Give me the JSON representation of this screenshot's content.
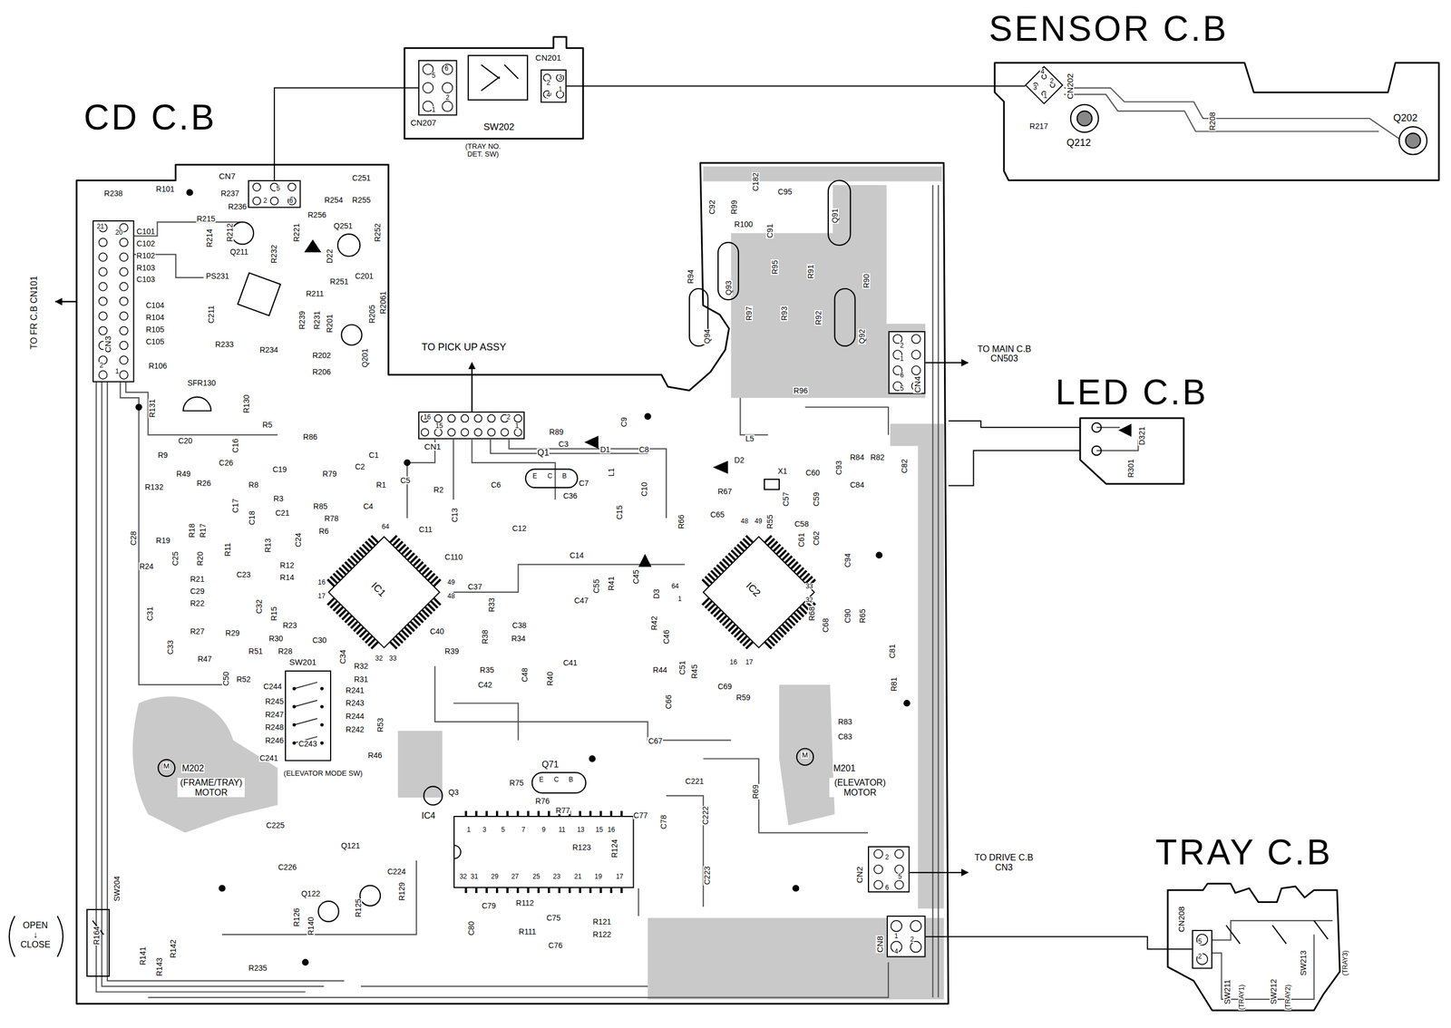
{
  "diagram": {
    "nodes": [
      {
        "text": [
          "CD C.B"
        ]
      },
      {
        "text": [
          "SW202",
          "(TRAY NO. DET. SW)"
        ]
      },
      {
        "text": [
          "SENSOR C.B"
        ]
      },
      {
        "text": [
          "LED C.B"
        ]
      },
      {
        "text": [
          "TRAY C.B"
        ]
      },
      {
        "text": [
          "CN7"
        ],
        "in": 0
      },
      {
        "text": [
          "CN3"
        ],
        "in": 0
      },
      {
        "text": [
          "CN1"
        ],
        "in": 0
      },
      {
        "text": [
          "CN4"
        ],
        "in": 0
      },
      {
        "text": [
          "CN2"
        ],
        "in": 0
      },
      {
        "text": [
          "CN8"
        ],
        "in": 0
      },
      {
        "text": [
          "IC1"
        ],
        "in": 0
      },
      {
        "text": [
          "IC2"
        ],
        "in": 0
      },
      {
        "text": [
          "IC4"
        ],
        "in": 0
      },
      {
        "text": [
          "SW201",
          "(ELEVATOR MODE SW)"
        ],
        "in": 0
      },
      {
        "text": [
          "CN207"
        ],
        "in": 1
      },
      {
        "text": [
          "CN201"
        ],
        "in": 1
      },
      {
        "text": [
          "CN202"
        ],
        "in": 2
      },
      {
        "text": [
          "CN208"
        ],
        "in": 4
      }
    ],
    "edges": [
      {
        "from": 5,
        "to": 15,
        "arrow": "none"
      },
      {
        "from": 16,
        "to": 17,
        "arrow": "none"
      },
      {
        "from": 0,
        "to": 3,
        "arrow": "none"
      },
      {
        "from": 10,
        "to": 18,
        "arrow": "none"
      }
    ],
    "labels": [
      "TO FR C.B CN101",
      "R238",
      "R101",
      "R237",
      "R236",
      "R215",
      "C101",
      "C102",
      "R102",
      "R103",
      "C103",
      "C104",
      "R104",
      "R105",
      "C105",
      "R106",
      "R233",
      "R234",
      "R214",
      "R212",
      "Q211",
      "PS231",
      "C211",
      "R232",
      "R221",
      "D22",
      "Q251",
      "R254",
      "R255",
      "R256",
      "R252",
      "C251",
      "C201",
      "R251",
      "R211",
      "R2061",
      "R239",
      "R231",
      "R201",
      "R205",
      "Q201",
      "R202",
      "R206",
      "21",
      "20",
      "2",
      "1",
      "R131",
      "SFR130",
      "R130",
      "2",
      "6",
      "TO PICK UP ASSY",
      "R217",
      "Q212",
      "R208",
      "Q202",
      "16",
      "15",
      "2",
      "1",
      "R5",
      "C20",
      "R9",
      "C16",
      "R86",
      "C19",
      "R49",
      "R132",
      "C26",
      "R26",
      "R8",
      "R79",
      "C2",
      "C1",
      "R1",
      "C5",
      "R2",
      "C4",
      "R85",
      "R78",
      "R6",
      "C28",
      "C17",
      "C18",
      "R3",
      "C21",
      "C24",
      "R19",
      "R18",
      "R17",
      "C25",
      "R20",
      "R24",
      "R11",
      "R13",
      "R12",
      "R14",
      "R21",
      "C29",
      "R22",
      "C23",
      "C31",
      "R15",
      "C32",
      "C33",
      "R27",
      "R29",
      "R23",
      "R30",
      "R28",
      "C30",
      "R47",
      "R51",
      "C50",
      "R52",
      "C34",
      "R32",
      "R31",
      "C6",
      "Q1",
      "E",
      "C",
      "B",
      "R89",
      "C3",
      "D1",
      "C9",
      "C8",
      "C36",
      "C7",
      "L1",
      "C10",
      "C11",
      "C13",
      "C12",
      "C15",
      "C14",
      "C110",
      "L5",
      "D2",
      "R67",
      "C65",
      "R66",
      "X1",
      "R55",
      "C57",
      "C58",
      "C60",
      "C93",
      "C59",
      "R84",
      "R82",
      "C84",
      "C82",
      "C62",
      "C61",
      "C94",
      "C90",
      "R65",
      "R68",
      "C68",
      "C81",
      "R81",
      "R83",
      "C83",
      "D3",
      "C55",
      "C45",
      "R41",
      "C47",
      "C37",
      "C38",
      "R33",
      "R34",
      "C40",
      "R38",
      "R39",
      "R35",
      "C42",
      "C48",
      "C41",
      "R40",
      "R42",
      "C46",
      "R44",
      "C51",
      "R45",
      "C69",
      "R59",
      "C66",
      "C67",
      "C244",
      "R245",
      "R247",
      "R248",
      "R246",
      "R241",
      "R243",
      "R244",
      "R242",
      "C243",
      "C241",
      "R53",
      "R46",
      "M202",
      "(FRAME/TRAY) MOTOR",
      "M201",
      "(ELEVATOR) MOTOR",
      "M",
      "M",
      "C225",
      "C226",
      "Q121",
      "Q122",
      "R125",
      "R126",
      "R140",
      "R129",
      "C224",
      "R235",
      "SW204",
      "R164",
      "R141",
      "R142",
      "R143",
      "OPEN ↓ CLOSE",
      "Q3",
      "Q71",
      "E",
      "C",
      "B",
      "R75",
      "R76",
      "R77",
      "R123",
      "R124",
      "C77",
      "C78",
      "C221",
      "C222",
      "C223",
      "R69",
      "C79",
      "R112",
      "R111",
      "C75",
      "C80",
      "C76",
      "R121",
      "R122",
      "1",
      "3",
      "5",
      "7",
      "9",
      "11",
      "13",
      "15",
      "16",
      "32",
      "31",
      "29",
      "27",
      "25",
      "23",
      "21",
      "19",
      "17",
      "C92",
      "R99",
      "C182",
      "C95",
      "C91",
      "R100",
      "Q91",
      "R94",
      "Q93",
      "R95",
      "R91",
      "R90",
      "Q94",
      "R97",
      "R93",
      "R92",
      "Q92",
      "R96",
      "TO MAIN C.B CN503",
      "D321",
      "R301",
      "TO DRIVE C.B CN3",
      "SW211",
      "(TRAY1)",
      "SW212",
      "(TRAY2)",
      "SW213",
      "(TRAY3)",
      "64",
      "16",
      "17",
      "49",
      "48",
      "32",
      "33",
      "48",
      "49",
      "64",
      "1",
      "33",
      "32",
      "16",
      "17",
      "5",
      "6",
      "2",
      "1",
      "2",
      "3",
      "4",
      "1",
      "4",
      "3",
      "2",
      "1",
      "2",
      "1",
      "6",
      "5",
      "2",
      "5",
      "6",
      "1",
      "2",
      "4",
      "5",
      "2",
      "5"
    ]
  }
}
